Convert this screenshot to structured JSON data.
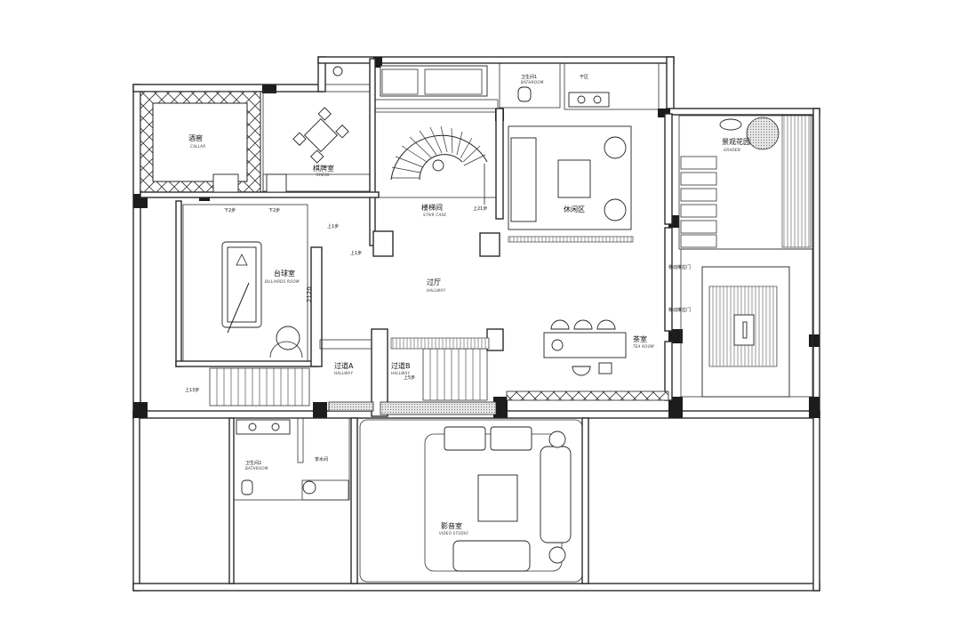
{
  "rooms": {
    "wine_cellar": {
      "cn": "酒窖",
      "en": "CALLAR"
    },
    "chess": {
      "cn": "棋牌室",
      "en": "CHESS"
    },
    "staircase": {
      "cn": "楼梯间",
      "en": "STAIR CASE"
    },
    "lounge": {
      "cn": "休闲区",
      "en": ""
    },
    "garden": {
      "cn": "景观花园",
      "en": "GRADEN"
    },
    "billiard": {
      "cn": "台球室",
      "en": "BILLIARDS ROOM"
    },
    "hall": {
      "cn": "过厅",
      "en": "HALLWAY"
    },
    "tea": {
      "cn": "茶室",
      "en": "TEA ROOM"
    },
    "hallway_a": {
      "cn": "过道A",
      "en": "HALLWAY"
    },
    "hallway_b": {
      "cn": "过道B",
      "en": "HALLWAY"
    },
    "bath1": {
      "cn": "卫生间1",
      "en": "BATHROOM"
    },
    "dry_area": {
      "cn": "干区",
      "en": ""
    },
    "bath2": {
      "cn": "卫生间2",
      "en": "BATHROOM"
    },
    "tea_water": {
      "cn": "茶水间",
      "en": ""
    },
    "video": {
      "cn": "影音室",
      "en": "VIDEO STUDIO"
    }
  },
  "notes": {
    "down2_a": "下2步",
    "down2_b": "下2步",
    "up1_a": "上1步",
    "up1_b": "上1步",
    "up21": "上21步",
    "up13": "上13步",
    "up5": "上5步",
    "door_1": "移动推拉门",
    "door_2": "移动推拉门"
  },
  "dimension": "2120"
}
